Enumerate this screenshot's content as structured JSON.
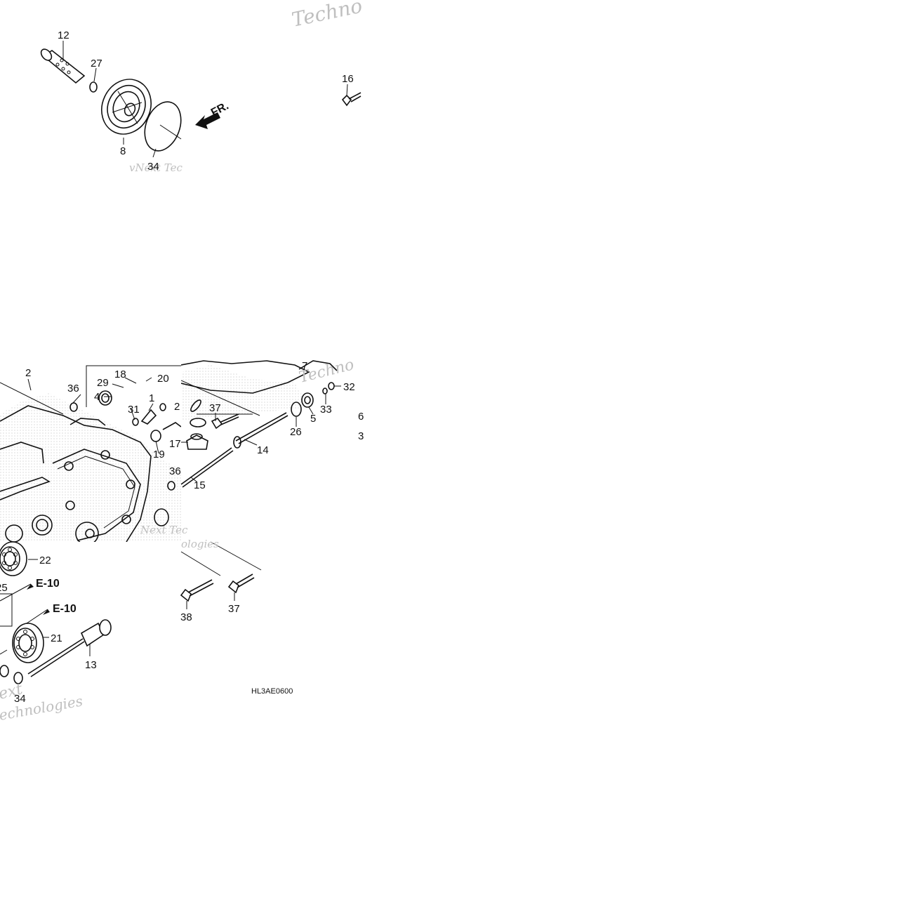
{
  "diagram": {
    "code": "HL3AE0600",
    "direction_label": "FR.",
    "references": [
      "E-10",
      "E-10"
    ],
    "callouts": [
      "12",
      "27",
      "8",
      "34",
      "16",
      "2",
      "36",
      "29",
      "18",
      "20",
      "4",
      "1",
      "31",
      "2",
      "37",
      "33",
      "32",
      "5",
      "26",
      "14",
      "19",
      "17",
      "15",
      "36",
      "22",
      "25",
      "21",
      "13",
      "34",
      "38",
      "37",
      "6",
      "3",
      "7"
    ],
    "watermarks": [
      "Techno",
      "vNext Tec",
      "Next Tec",
      "ologies",
      "Techno",
      "echnologies",
      "ext"
    ]
  }
}
